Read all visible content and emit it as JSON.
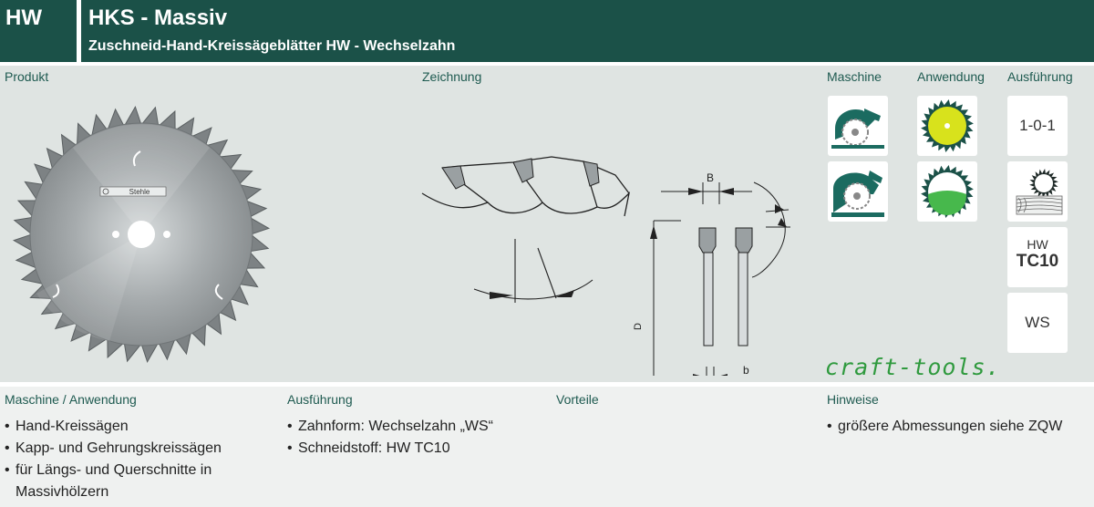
{
  "header": {
    "code": "HW",
    "title": "HKS - Massiv",
    "subtitle": "Zuschneid-Hand-Kreissägeblätter HW - Wechselzahn"
  },
  "panel": {
    "produkt_label": "Produkt",
    "zeichnung_label": "Zeichnung",
    "maschine_label": "Maschine",
    "anwendung_label": "Anwendung",
    "ausfuehrung_label": "Ausführung",
    "blade_brand": "Stehle",
    "dim_B": "B",
    "dim_b": "b",
    "dim_D": "D",
    "ausfuehrung_code": "1-0-1",
    "material_top": "HW",
    "material_bottom": "TC10",
    "tooth_form": "WS",
    "brand_logo": "craft-tools."
  },
  "details": {
    "maschine_anwendung": {
      "label": "Maschine / Anwendung",
      "items": [
        "Hand-Kreissägen",
        "Kapp- und Gehrungskreissägen",
        "für Längs- und Querschnitte in Massivhölzern"
      ]
    },
    "ausfuehrung": {
      "label": "Ausführung",
      "items": [
        "Zahnform: Wechselzahn „WS“",
        "Schneidstoff: HW TC10"
      ]
    },
    "vorteile": {
      "label": "Vorteile"
    },
    "hinweise": {
      "label": "Hinweise",
      "items": [
        "größere Abmessungen siehe ZQW"
      ]
    }
  },
  "colors": {
    "header_bg": "#1b5148",
    "panel_bg": "#dfe4e2",
    "accent_green": "#2f9a3e",
    "icon_yellow": "#d8e21c",
    "icon_green": "#47b84c"
  }
}
